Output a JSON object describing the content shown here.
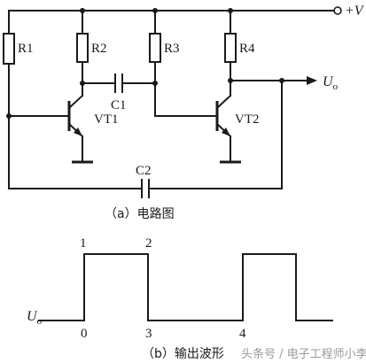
{
  "circuit": {
    "supply": "+V",
    "output": "U",
    "output_sub": "o",
    "r1": "R1",
    "r2": "R2",
    "r3": "R3",
    "r4": "R4",
    "c1": "C1",
    "c2": "C2",
    "vt1": "VT1",
    "vt2": "VT2",
    "caption": "（a）电路图"
  },
  "waveform": {
    "label": "U",
    "label_sub": "o",
    "caption": "（b）输出波形",
    "points": [
      "1",
      "2",
      "0",
      "3",
      "4"
    ]
  },
  "watermark": "头条号 / 电子工程师小李"
}
